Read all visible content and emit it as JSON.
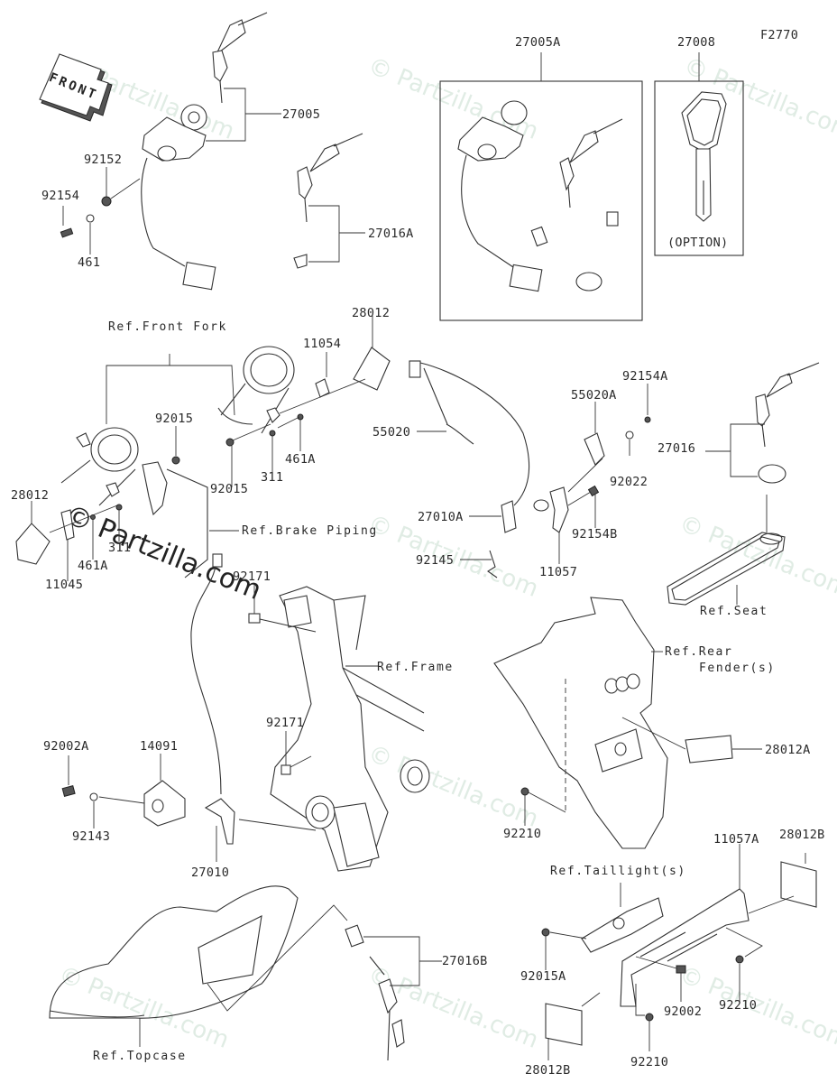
{
  "diagram": {
    "figure_code": "F2770",
    "direction_arrow": "FRONT",
    "watermark": "© Partzilla.com",
    "option_note": "(OPTION)"
  },
  "parts": {
    "p27005": "27005",
    "p27005A": "27005A",
    "p27008": "27008",
    "p92152": "92152",
    "p92154": "92154",
    "p461": "461",
    "p27016A": "27016A",
    "p28012_top": "28012",
    "p11054": "11054",
    "p92015_upper": "92015",
    "p92015_lower": "92015",
    "p311_upper": "311",
    "p461A_upper": "461A",
    "p28012_left": "28012",
    "p461A_lower": "461A",
    "p311_lower": "311",
    "p11045": "11045",
    "p55020": "55020",
    "p55020A": "55020A",
    "p92154A": "92154A",
    "p92022": "92022",
    "p27016": "27016",
    "p27010A": "27010A",
    "p92154B": "92154B",
    "p92145": "92145",
    "p11057": "11057",
    "p92171_upper": "92171",
    "p92171_lower": "92171",
    "p92002A": "92002A",
    "p14091": "14091",
    "p92143": "92143",
    "p27010": "27010",
    "p28012A": "28012A",
    "p92210_fender": "92210",
    "p11057A": "11057A",
    "p28012B_top": "28012B",
    "p92015A": "92015A",
    "p92002": "92002",
    "p92210_right": "92210",
    "p92210_bottom": "92210",
    "p28012B_bottom": "28012B",
    "p27016B": "27016B"
  },
  "references": {
    "front_fork": "Ref.Front Fork",
    "brake_piping": "Ref.Brake Piping",
    "frame": "Ref.Frame",
    "seat": "Ref.Seat",
    "rear_fender_1": "Ref.Rear",
    "rear_fender_2": "Fender(s)",
    "taillight": "Ref.Taillight(s)",
    "topcase": "Ref.Topcase"
  }
}
